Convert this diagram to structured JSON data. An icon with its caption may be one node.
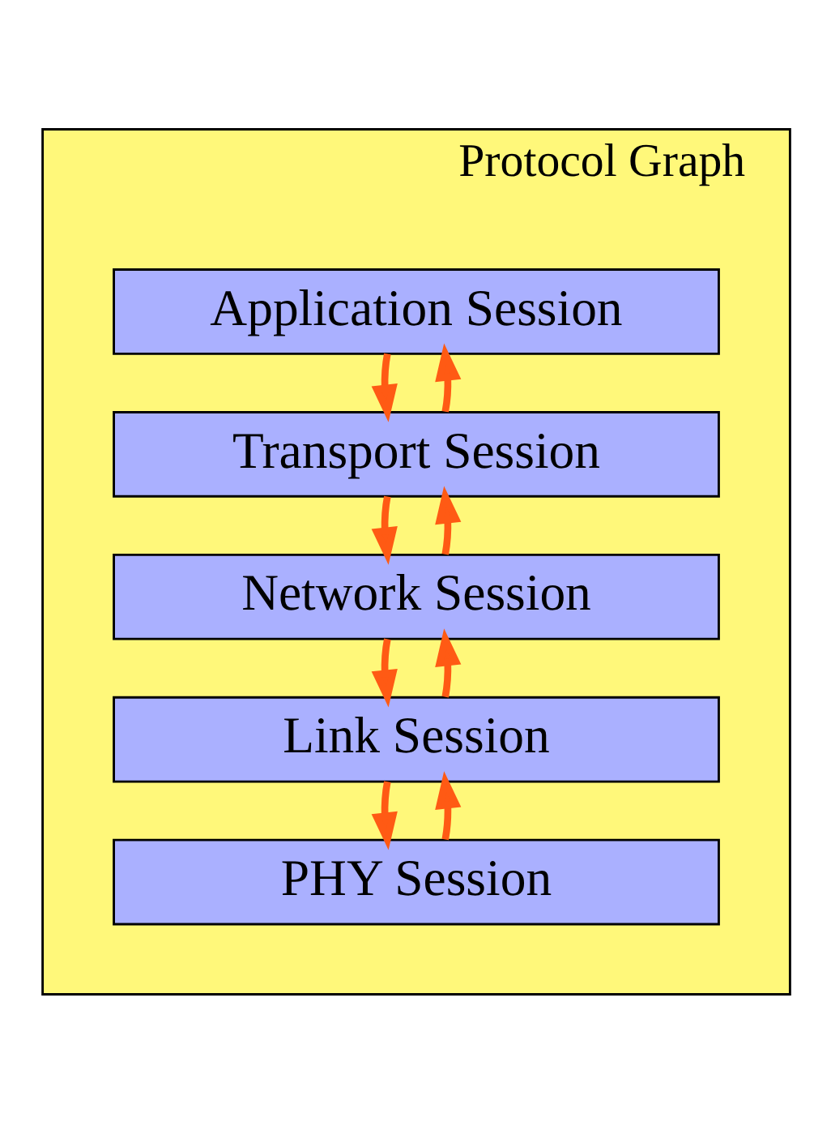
{
  "diagram": {
    "nodes": [
      {
        "text": [
          "Protocol Graph"
        ]
      },
      {
        "text": [
          "Application Session"
        ],
        "in": 0
      },
      {
        "text": [
          "Transport Session"
        ],
        "in": 0
      },
      {
        "text": [
          "Network Session"
        ],
        "in": 0
      },
      {
        "text": [
          "Link Session"
        ],
        "in": 0
      },
      {
        "text": [
          "PHY Session"
        ],
        "in": 0
      }
    ],
    "edges": [
      {
        "from": 1,
        "to": 2,
        "arrow": "to",
        "color": "#ff5a14"
      },
      {
        "from": 2,
        "to": 3,
        "arrow": "to",
        "color": "#ff5a14"
      },
      {
        "from": 3,
        "to": 4,
        "arrow": "to",
        "color": "#ff5a14"
      },
      {
        "from": 4,
        "to": 5,
        "arrow": "to",
        "color": "#ff5a14"
      },
      {
        "from": 2,
        "to": 1,
        "arrow": "to",
        "color": "#ff5a14"
      },
      {
        "from": 3,
        "to": 2,
        "arrow": "to",
        "color": "#ff5a14"
      },
      {
        "from": 4,
        "to": 3,
        "arrow": "to",
        "color": "#ff5a14"
      },
      {
        "from": 5,
        "to": 4,
        "arrow": "to",
        "color": "#ff5a14"
      }
    ]
  }
}
